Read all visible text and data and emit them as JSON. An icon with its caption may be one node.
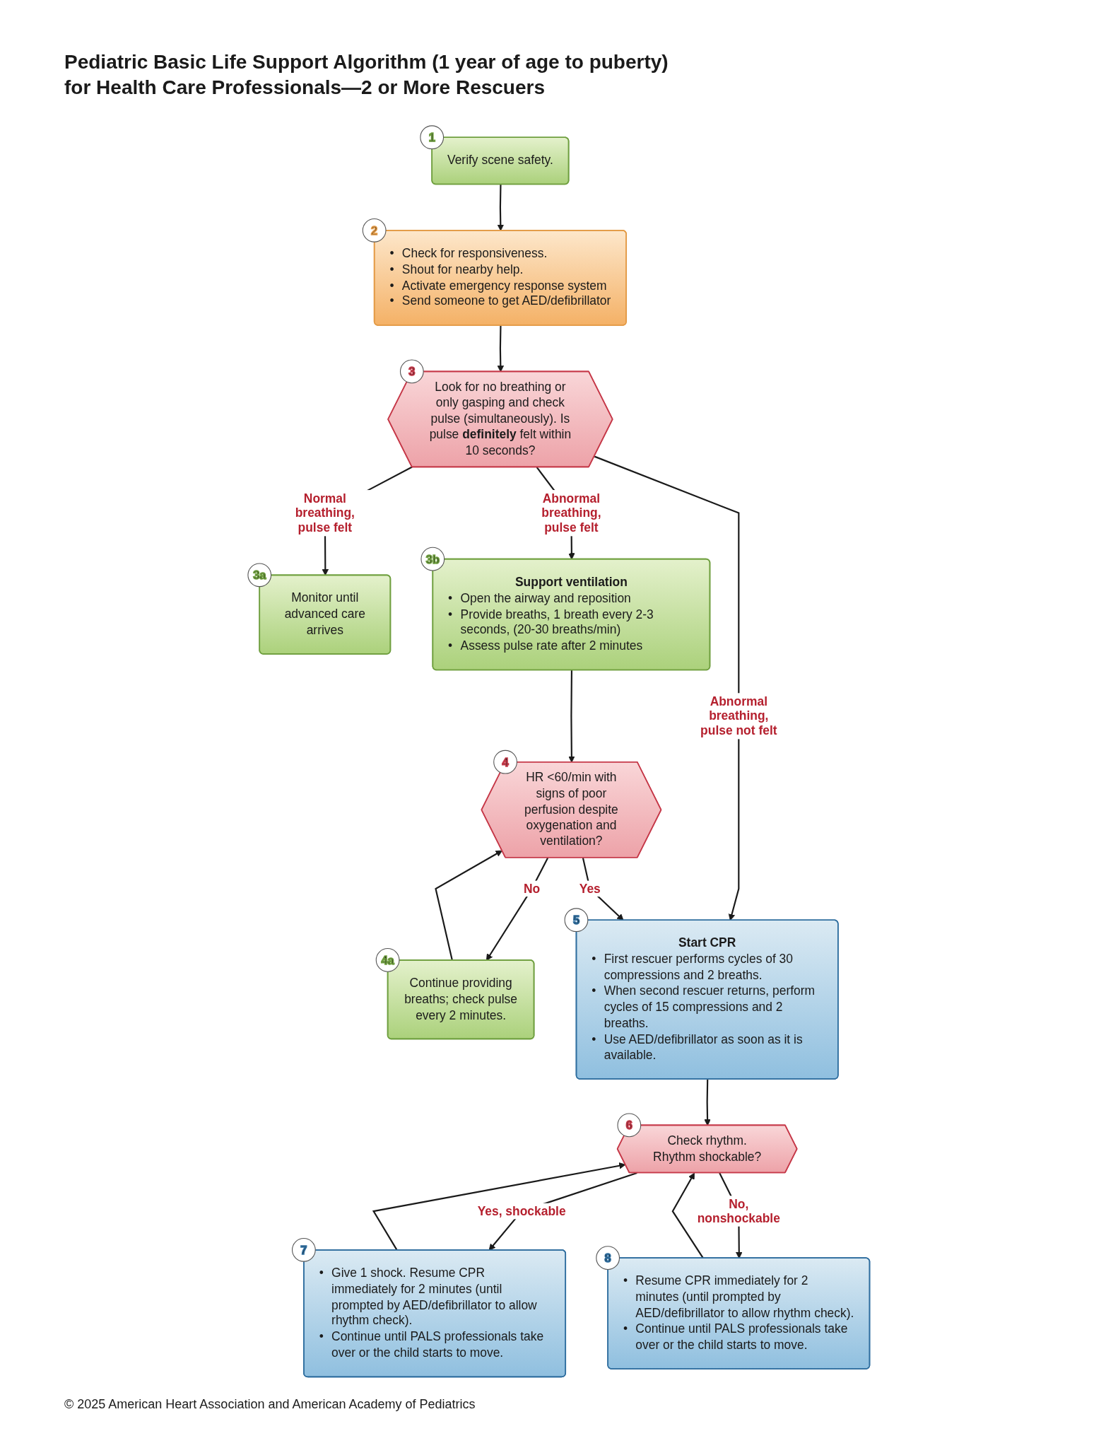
{
  "diagram": {
    "title": "Pediatric Basic Life Support Algorithm (1 year of age to puberty) for Health Care Professionals—2 or More Rescuers",
    "nodes": [
      {
        "text": [
          "1",
          "Verify scene safety."
        ]
      },
      {
        "text": [
          "2",
          "• Check for responsiveness.",
          "• Shout for nearby help.",
          "• Activate emergency response system",
          "• Send someone to get AED/defibrillator"
        ]
      },
      {
        "text": [
          "3",
          "Look for no breathing or only gasping and check pulse (simultaneously). Is pulse **definitely** felt within 10 seconds?"
        ]
      },
      {
        "text": [
          "3a",
          "Monitor until advanced care arrives"
        ]
      },
      {
        "text": [
          "3b",
          "Support ventilation",
          "• Open the airway and reposition",
          "• Provide breaths, 1 breath every 2-3 seconds, (20-30 breaths/min)",
          "• Assess pulse rate after 2 minutes"
        ]
      },
      {
        "text": [
          "4",
          "HR <60/min with signs of poor perfusion despite oxygenation and ventilation?"
        ]
      },
      {
        "text": [
          "4a",
          "Continue providing breaths; check pulse every 2 minutes."
        ]
      },
      {
        "text": [
          "5",
          "Start CPR",
          "• First rescuer performs cycles of 30 compressions and 2 breaths.",
          "• When second rescuer returns, perform cycles of 15 compressions and 2 breaths.",
          "• Use AED/defibrillator as soon as it is available."
        ]
      },
      {
        "text": [
          "6",
          "Check rhythm. Rhythm shockable?"
        ]
      },
      {
        "text": [
          "7",
          "• Give 1 shock. Resume CPR immediately for 2 minutes (until prompted by AED/defibrillator to allow rhythm check).",
          "• Continue until PALS professionals take over or the child starts to move."
        ]
      },
      {
        "text": [
          "8",
          "• Resume CPR immediately for 2 minutes (until prompted by AED/defibrillator to allow rhythm check).",
          "• Continue until PALS professionals take over or the child starts to move."
        ]
      }
    ],
    "edges": [
      {
        "from": 0,
        "to": 1,
        "arrow": "to"
      },
      {
        "from": 1,
        "to": 2,
        "arrow": "to"
      },
      {
        "from": 2,
        "to": 3,
        "arrow": "to",
        "label": "Normal breathing, pulse felt"
      },
      {
        "from": 2,
        "to": 4,
        "arrow": "to",
        "label": "Abnormal breathing, pulse felt"
      },
      {
        "from": 2,
        "to": 7,
        "arrow": "to",
        "label": "Abnormal breathing, pulse not felt"
      },
      {
        "from": 4,
        "to": 5,
        "arrow": "to"
      },
      {
        "from": 5,
        "to": 6,
        "arrow": "to",
        "label": "No"
      },
      {
        "from": 5,
        "to": 7,
        "arrow": "to",
        "label": "Yes"
      },
      {
        "from": 6,
        "to": 5,
        "arrow": "to"
      },
      {
        "from": 7,
        "to": 8,
        "arrow": "to"
      },
      {
        "from": 8,
        "to": 9,
        "arrow": "to",
        "label": "Yes, shockable"
      },
      {
        "from": 8,
        "to": 10,
        "arrow": "to",
        "label": "No, nonshockable"
      },
      {
        "from": 9,
        "to": 8,
        "arrow": "to"
      },
      {
        "from": 10,
        "to": 8,
        "arrow": "to"
      }
    ],
    "labels": [
      "© 2025 American Heart Association and American Academy of Pediatrics"
    ]
  }
}
